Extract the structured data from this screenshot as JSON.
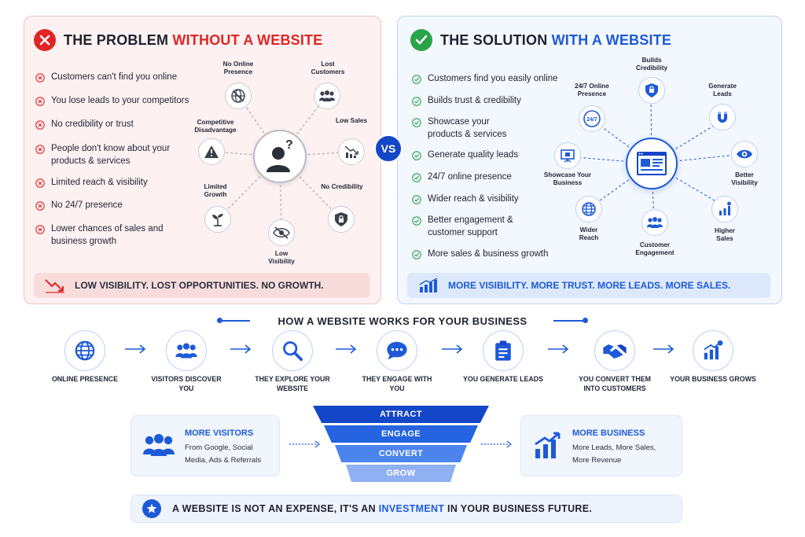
{
  "problem": {
    "title_prefix": "THE PROBLEM ",
    "title_accent": "WITHOUT A WEBSITE",
    "items": [
      "Customers can't find you online",
      "You lose leads to your competitors",
      "No credibility or trust",
      "People don't know about your products & services",
      "Limited reach & visibility",
      "No 24/7 presence",
      "Lower chances of sales and business growth"
    ],
    "nodes": {
      "online": "No Online Presence",
      "lost": "Lost Customers",
      "competitive": "Competitive Disadvantage",
      "sales": "Low Sales",
      "credibility": "No Credibility",
      "growth": "Limited Growth",
      "visibility": "Low Visibility"
    },
    "callout": "LOW VISIBILITY. LOST OPPORTUNITIES. NO GROWTH."
  },
  "vs_label": "VS",
  "solution": {
    "title_prefix": "THE SOLUTION ",
    "title_accent": "WITH A WEBSITE",
    "items": [
      "Customers find you easily online",
      "Builds trust & credibility",
      "Showcase your products & services",
      "Generate quality leads",
      "24/7 online presence",
      "Wider reach & visibility",
      "Better engagement & customer support",
      "More sales & business growth"
    ],
    "nodes": {
      "credibility": "Builds Credibility",
      "leads": "Generate Leads",
      "online": "24/7 Online Presence",
      "online_badge": "24/7",
      "visibility": "Better Visibility",
      "showcase": "Showcase Your Business",
      "reach": "Wider Reach",
      "engagement": "Customer Engagement",
      "sales": "Higher Sales"
    },
    "callout": "MORE VISIBILITY. MORE TRUST.  MORE LEADS. MORE SALES."
  },
  "how": {
    "title": "HOW A WEBSITE WORKS FOR YOUR BUSINESS",
    "steps": [
      "ONLINE PRESENCE",
      "VISITORS DISCOVER YOU",
      "THEY EXPLORE YOUR WEBSITE",
      "THEY ENGAGE WITH YOU",
      "YOU GENERATE LEADS",
      "YOU CONVERT THEM INTO CUSTOMERS",
      "YOUR BUSINESS GROWS"
    ]
  },
  "visitors_card": {
    "title": "MORE VISITORS",
    "text": "From Google, Social Media, Ads & Referrals"
  },
  "funnel": [
    "ATTRACT",
    "ENGAGE",
    "CONVERT",
    "GROW"
  ],
  "business_card": {
    "title": "MORE BUSINESS",
    "text": "More Leads, More Sales, More Revenue"
  },
  "footer": {
    "before": "A WEBSITE IS NOT AN EXPENSE, IT'S AN ",
    "accent": "INVESTMENT",
    "after": " IN YOUR BUSINESS FUTURE."
  },
  "colors": {
    "red": "#e02525",
    "green": "#2aa34a",
    "blue": "#1d5ad8",
    "dark_blue": "#1446c8"
  }
}
